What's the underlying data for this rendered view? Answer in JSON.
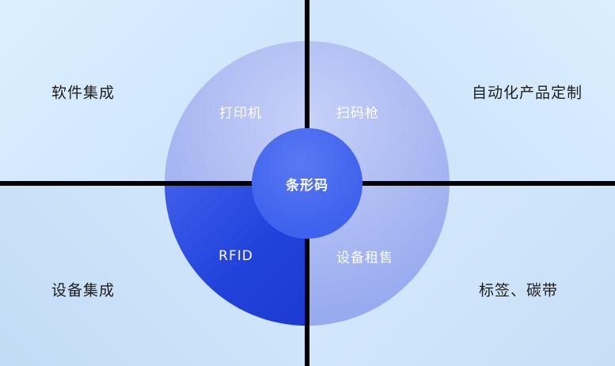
{
  "diagram": {
    "center_label": "条形码",
    "quadrants": [
      {
        "position": "top-left",
        "label": "打印机"
      },
      {
        "position": "top-right",
        "label": "扫码枪"
      },
      {
        "position": "bottom-left",
        "label": "RFID"
      },
      {
        "position": "bottom-right",
        "label": "设备租售"
      }
    ],
    "corner_labels": [
      {
        "position": "top-left",
        "label": "软件集成"
      },
      {
        "position": "top-right",
        "label": "自动化产品定制"
      },
      {
        "position": "bottom-left",
        "label": "设备集成"
      },
      {
        "position": "bottom-right",
        "label": "标签、碳带"
      }
    ],
    "colors": {
      "background_light": "#dcefff",
      "background_deep": "#c2dbf6",
      "circle_light": "#aebdf3",
      "circle_dark": "#2143db",
      "center_circle": "#4063ee",
      "divider": "#000000",
      "corner_text": "#1c1c1c",
      "circle_text": "#ffffff"
    }
  }
}
